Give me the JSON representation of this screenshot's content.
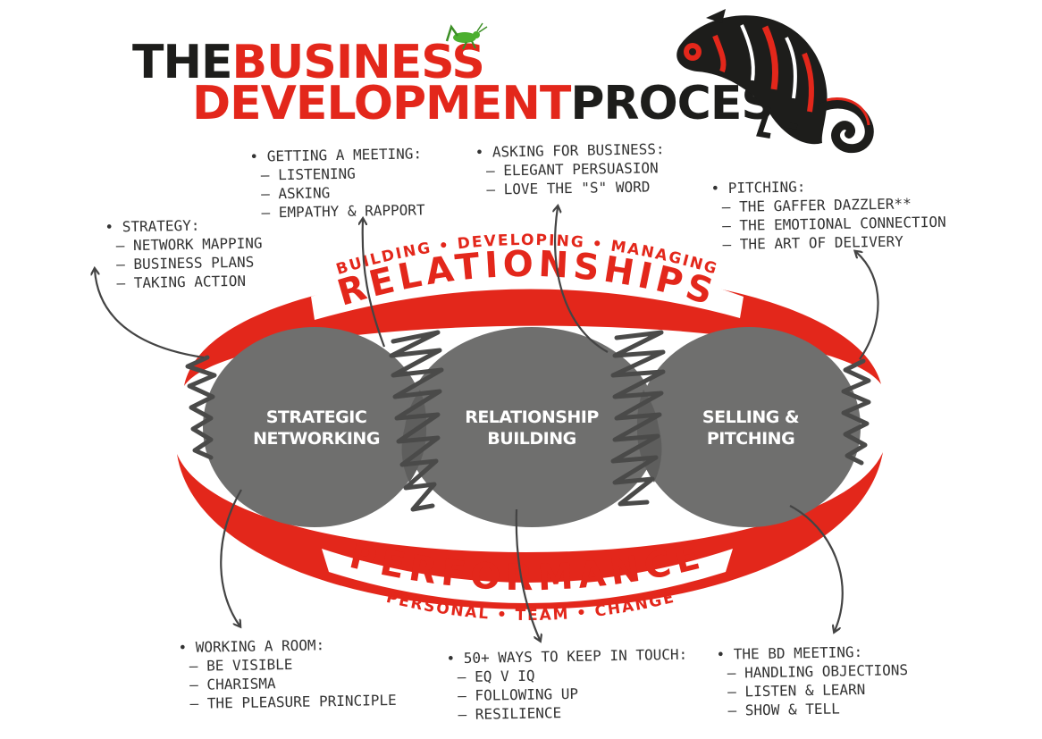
{
  "title": {
    "the": "THE",
    "business": "BUSINESS",
    "development": "DEVELOPMENT",
    "process": "PROCESS"
  },
  "colors": {
    "accent": "#e3271b",
    "dark": "#1d1d1b",
    "circle": "#6f6f6e",
    "overlap": "#5e5e5d",
    "ink": "#333333"
  },
  "top_band": {
    "subtitle": "BUILDING • DEVELOPING • MANAGING",
    "title": "RELATIONSHIPS"
  },
  "bottom_band": {
    "title": "PERFORMANCE",
    "subtitle": "PERSONAL • TEAM • CHANGE"
  },
  "circles": [
    {
      "line1": "STRATEGIC",
      "line2": "NETWORKING"
    },
    {
      "line1": "RELATIONSHIP",
      "line2": "BUILDING"
    },
    {
      "line1": "SELLING &",
      "line2": "PITCHING"
    }
  ],
  "notes": {
    "strategy": {
      "heading": "• STRATEGY:",
      "items": [
        "– NETWORK MAPPING",
        "– BUSINESS PLANS",
        "– TAKING ACTION"
      ]
    },
    "meeting": {
      "heading": "• GETTING A MEETING:",
      "items": [
        "– LISTENING",
        "– ASKING",
        "– EMPATHY & RAPPORT"
      ]
    },
    "asking": {
      "heading": "• ASKING FOR BUSINESS:",
      "items": [
        "– ELEGANT PERSUASION",
        "– LOVE THE \"S\" WORD"
      ]
    },
    "pitching": {
      "heading": "• PITCHING:",
      "items": [
        "– THE GAFFER DAZZLER**",
        "– THE EMOTIONAL CONNECTION",
        "– THE ART OF DELIVERY"
      ]
    },
    "room": {
      "heading": "• WORKING A ROOM:",
      "items": [
        "– BE VISIBLE",
        "– CHARISMA",
        "– THE PLEASURE PRINCIPLE"
      ]
    },
    "touch": {
      "heading": "• 50+ WAYS TO KEEP IN TOUCH:",
      "items": [
        "– EQ V IQ",
        "– FOLLOWING UP",
        "– RESILIENCE"
      ]
    },
    "bdmeeting": {
      "heading": "• THE BD MEETING:",
      "items": [
        "– HANDLING OBJECTIONS",
        "– LISTEN & LEARN",
        "– SHOW & TELL"
      ]
    }
  }
}
